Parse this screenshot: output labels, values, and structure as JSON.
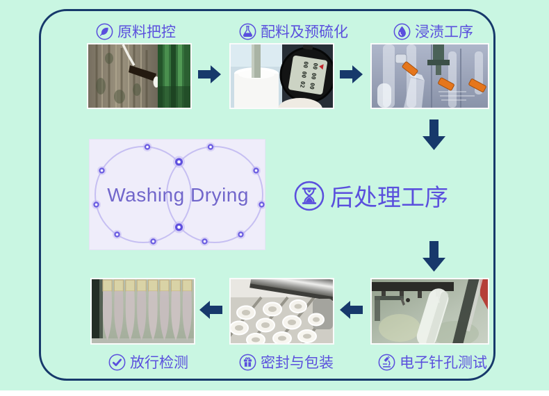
{
  "page": {
    "background_color": "#c9f6e2",
    "border_color": "#17396b",
    "arrow_color": "#17396b",
    "accent_purple": "#5a4fdd",
    "venn_panel_color": "#efedfa"
  },
  "steps": {
    "raw_material": {
      "label": "原料把控",
      "icon": "leaf-icon"
    },
    "compounding": {
      "label": "配料及预硫化",
      "icon": "flask-icon"
    },
    "dipping": {
      "label": "浸渍工序",
      "icon": "droplet-icon"
    },
    "post_processing": {
      "label": "后处理工序",
      "icon": "hourglass-icon"
    },
    "pinhole_test": {
      "label": "电子针孔测试",
      "icon": "microscope-icon"
    },
    "packaging": {
      "label": "密封与包装",
      "icon": "gift-icon"
    },
    "release_test": {
      "label": "放行检测",
      "icon": "check-icon"
    }
  },
  "washing_drying": {
    "left": "Washing",
    "right": "Drying"
  },
  "stopwatch": {
    "lines": [
      "00 00 00",
      "00 00 02"
    ]
  }
}
